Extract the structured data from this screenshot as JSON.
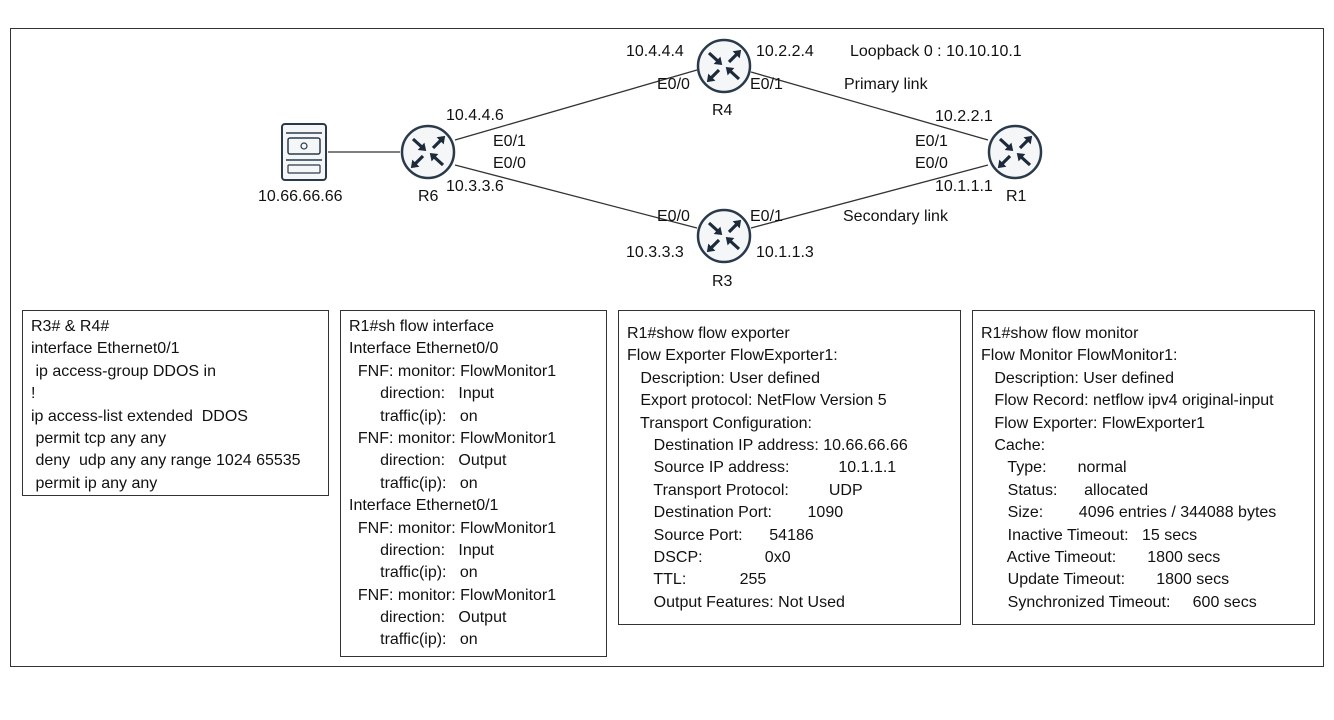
{
  "topology": {
    "host": {
      "ip": "10.66.66.66"
    },
    "routers": {
      "r6": {
        "name": "R6",
        "ip_top": "10.4.4.6",
        "ip_bottom": "10.3.3.6",
        "if_top": "E0/1",
        "if_bottom": "E0/0"
      },
      "r4": {
        "name": "R4",
        "ip_left": "10.4.4.4",
        "ip_right": "10.2.2.4",
        "if_left": "E0/0",
        "if_right": "E0/1"
      },
      "r3": {
        "name": "R3",
        "ip_left": "10.3.3.3",
        "ip_right": "10.1.1.3",
        "if_left": "E0/0",
        "if_right": "E0/1"
      },
      "r1": {
        "name": "R1",
        "ip_top": "10.2.2.1",
        "ip_bottom": "10.1.1.1",
        "if_top": "E0/1",
        "if_bottom": "E0/0"
      }
    },
    "loopback": "Loopback 0 : 10.10.10.1",
    "primary_link": "Primary link",
    "secondary_link": "Secondary link"
  },
  "boxes": {
    "acl": [
      "R3# & R4#",
      "interface Ethernet0/1",
      " ip access-group DDOS in",
      "!",
      "ip access-list extended  DDOS",
      " permit tcp any any",
      " deny  udp any any range 1024 65535",
      " permit ip any any"
    ],
    "flow_interface": [
      "R1#sh flow interface",
      "Interface Ethernet0/0",
      "  FNF: monitor: FlowMonitor1",
      "       direction:   Input",
      "       traffic(ip):   on",
      "  FNF: monitor: FlowMonitor1",
      "       direction:   Output",
      "       traffic(ip):   on",
      "Interface Ethernet0/1",
      "  FNF: monitor: FlowMonitor1",
      "       direction:   Input",
      "       traffic(ip):   on",
      "  FNF: monitor: FlowMonitor1",
      "       direction:   Output",
      "       traffic(ip):   on"
    ],
    "flow_exporter": [
      "R1#show flow exporter",
      "Flow Exporter FlowExporter1:",
      "   Description: User defined",
      "   Export protocol: NetFlow Version 5",
      "   Transport Configuration:",
      "      Destination IP address: 10.66.66.66",
      "      Source IP address:           10.1.1.1",
      "      Transport Protocol:         UDP",
      "      Destination Port:        1090",
      "      Source Port:      54186",
      "      DSCP:              0x0",
      "      TTL:            255",
      "      Output Features: Not Used"
    ],
    "flow_monitor": [
      "R1#show flow monitor",
      "Flow Monitor FlowMonitor1:",
      "   Description: User defined",
      "   Flow Record: netflow ipv4 original-input",
      "   Flow Exporter: FlowExporter1",
      "   Cache:",
      "      Type:       normal",
      "      Status:      allocated",
      "      Size:        4096 entries / 344088 bytes",
      "      Inactive Timeout:   15 secs",
      "      Active Timeout:       1800 secs",
      "      Update Timeout:       1800 secs",
      "      Synchronized Timeout:     600 secs"
    ]
  },
  "colors": {
    "router_fill": "#f4f6f8",
    "router_stroke": "#2a3a4a",
    "arrow": "#1c2a3a",
    "line": "#333333"
  }
}
